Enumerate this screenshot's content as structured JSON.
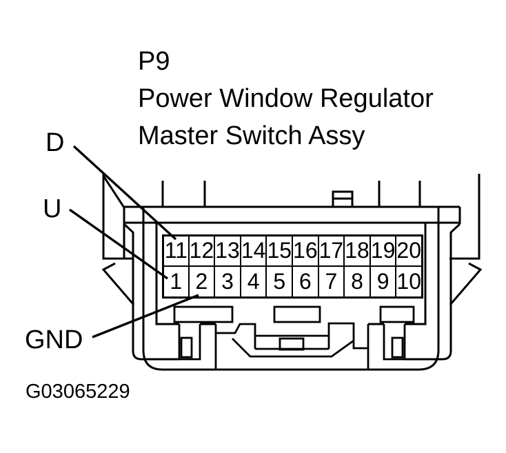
{
  "meta": {
    "background_color": "#ffffff",
    "line_color": "#000000"
  },
  "title": {
    "line1": "P9",
    "line2": "Power Window Regulator",
    "line3": "Master Switch Assy"
  },
  "connector": {
    "id": "P9",
    "name": "Power Window Regulator Master Switch Assy",
    "pin_rows": [
      {
        "name": "top-row",
        "pins": [
          "11",
          "12",
          "13",
          "14",
          "15",
          "16",
          "17",
          "18",
          "19",
          "20"
        ]
      },
      {
        "name": "bottom-row",
        "pins": [
          "1",
          "2",
          "3",
          "4",
          "5",
          "6",
          "7",
          "8",
          "9",
          "10"
        ]
      }
    ]
  },
  "pin_labels": [
    {
      "label": "D",
      "points_to_pin": "11"
    },
    {
      "label": "U",
      "points_to_pin": "1"
    },
    {
      "label": "GND",
      "points_to_pin": "2"
    }
  ],
  "figure_code": "G03065229"
}
